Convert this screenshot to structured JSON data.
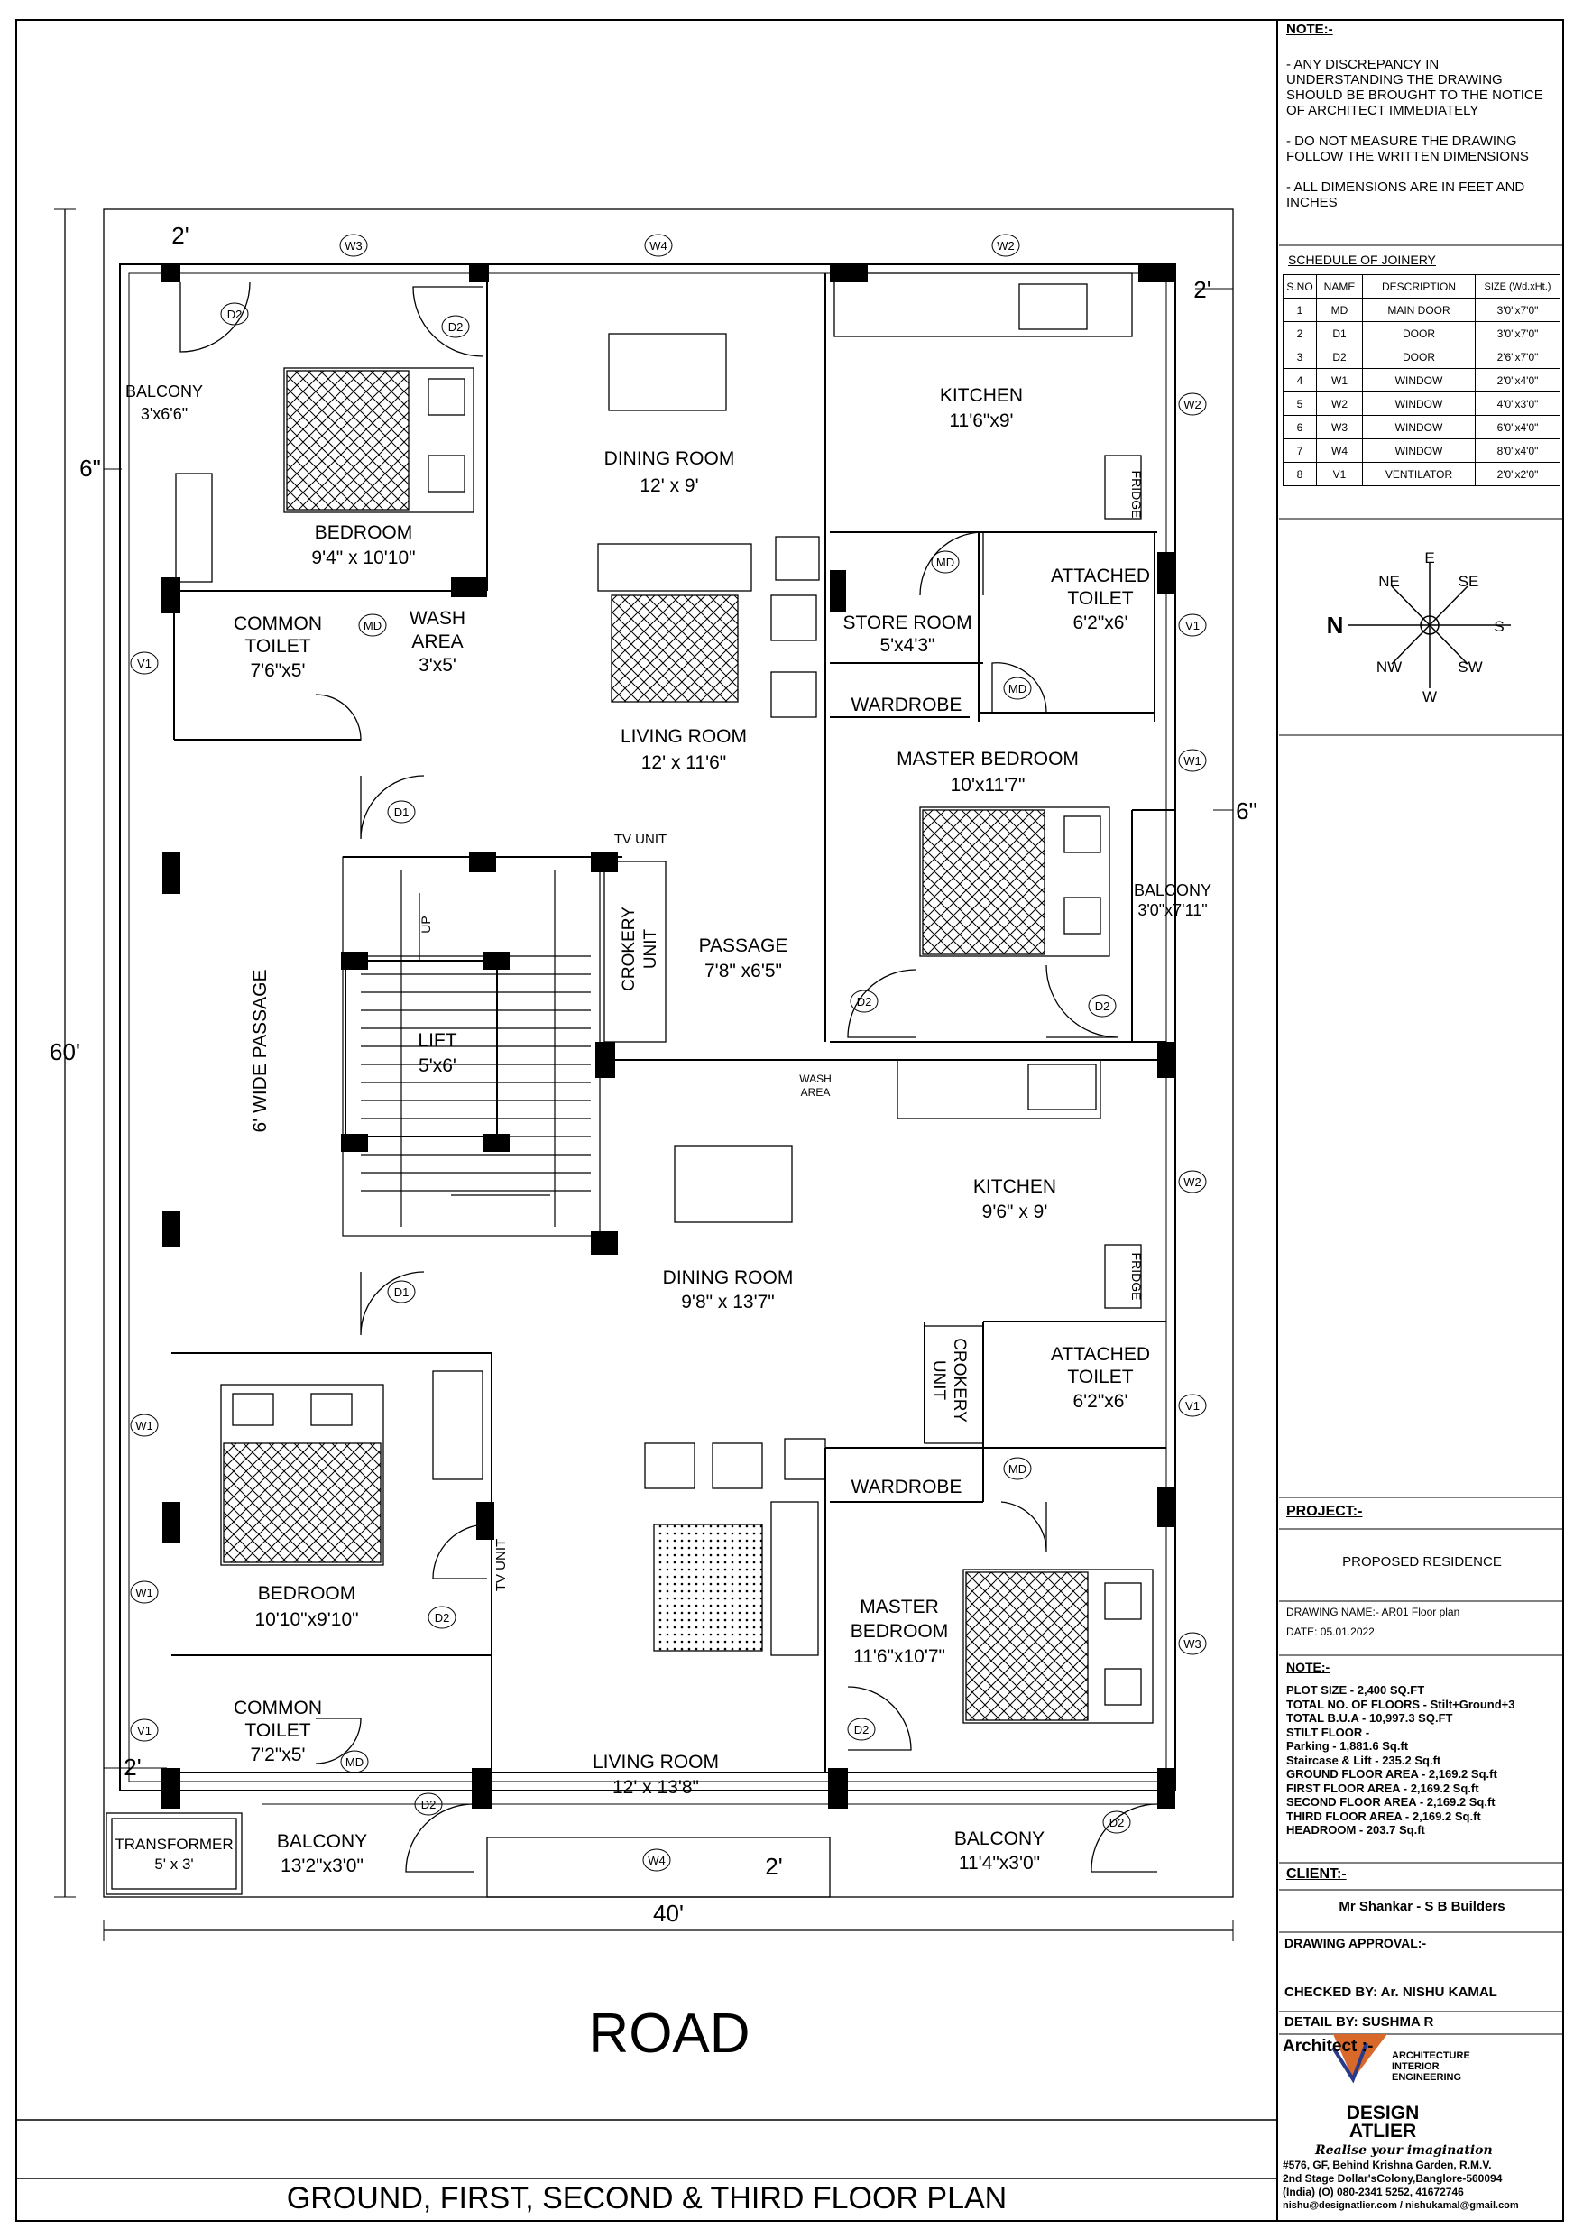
{
  "notes": {
    "title": "NOTE:-",
    "items": [
      "- ANY DISCREPANCY IN UNDERSTANDING THE DRAWING SHOULD BE BROUGHT TO THE NOTICE OF ARCHITECT IMMEDIATELY",
      "- DO NOT MEASURE THE DRAWING FOLLOW THE WRITTEN DIMENSIONS",
      "- ALL DIMENSIONS ARE IN FEET AND INCHES"
    ]
  },
  "schedule": {
    "title": "SCHEDULE OF JOINERY",
    "headers": [
      "S.NO",
      "NAME",
      "DESCRIPTION",
      "SIZE (Wd.xHt.)"
    ],
    "rows": [
      [
        "1",
        "MD",
        "MAIN DOOR",
        "3'0\"x7'0\""
      ],
      [
        "2",
        "D1",
        "DOOR",
        "3'0\"x7'0\""
      ],
      [
        "3",
        "D2",
        "DOOR",
        "2'6\"x7'0\""
      ],
      [
        "4",
        "W1",
        "WINDOW",
        "2'0\"x4'0\""
      ],
      [
        "5",
        "W2",
        "WINDOW",
        "4'0\"x3'0\""
      ],
      [
        "6",
        "W3",
        "WINDOW",
        "6'0\"x4'0\""
      ],
      [
        "7",
        "W4",
        "WINDOW",
        "8'0\"x4'0\""
      ],
      [
        "8",
        "V1",
        "VENTILATOR",
        "2'0\"x2'0\""
      ]
    ]
  },
  "compass": {
    "n": "N",
    "e": "E",
    "s": "S",
    "w": "W",
    "ne": "NE",
    "se": "SE",
    "sw": "SW",
    "nw": "NW"
  },
  "project": {
    "title": "PROJECT:-",
    "name": "PROPOSED RESIDENCE"
  },
  "drawing": {
    "name": "DRAWING NAME:- AR01 Floor plan",
    "date": "DATE: 05.01.2022"
  },
  "plot_notes": {
    "title": "NOTE:-",
    "lines": [
      "PLOT SIZE - 2,400 SQ.FT",
      "TOTAL NO. OF FLOORS - Stilt+Ground+3",
      "TOTAL B.U.A - 10,997.3 SQ.FT",
      "STILT FLOOR -",
      "Parking - 1,881.6 Sq.ft",
      "Staircase & Lift - 235.2 Sq.ft",
      "GROUND FLOOR AREA - 2,169.2 Sq.ft",
      "FIRST FLOOR AREA - 2,169.2 Sq.ft",
      "SECOND FLOOR AREA - 2,169.2 Sq.ft",
      "THIRD FLOOR AREA - 2,169.2 Sq.ft",
      "HEADROOM - 203.7 Sq.ft"
    ]
  },
  "client": {
    "title": "CLIENT:-",
    "name": "Mr Shankar -  S B Builders"
  },
  "approval": {
    "title": "DRAWING APPROVAL:-"
  },
  "checked": "CHECKED BY:  Ar. NISHU KAMAL",
  "detail": "DETAIL BY:   SUSHMA R",
  "architect": {
    "title": "Architect :-",
    "services": [
      "ARCHITECTURE",
      "INTERIOR",
      "ENGINEERING"
    ],
    "firm": [
      "DESIGN",
      "ATLIER"
    ],
    "tagline": "Realise your imagination",
    "address": [
      "#576, GF, Behind Krishna Garden, R.M.V.",
      "2nd Stage Dollar'sColony,Banglore-560094",
      "(India) (O) 080-2341 5252, 41672746",
      "nishu@designatlier.com  / nishukamal@gmail.com"
    ]
  },
  "plan": {
    "road": "ROAD",
    "title": "GROUND, FIRST, SECOND & THIRD FLOOR PLAN",
    "dims": {
      "width": "40'",
      "height": "60'",
      "top_left": "2'",
      "top_right": "2'",
      "left_6": "6\"",
      "right_6": "6\"",
      "bottom_left": "2'",
      "bottom_mid": "2'"
    },
    "rooms": [
      {
        "name": "BALCONY",
        "size": "3'x6'6\""
      },
      {
        "name": "BEDROOM",
        "size": "9'4\" x 10'10\""
      },
      {
        "name": "DINING ROOM",
        "size": "12' x 9'"
      },
      {
        "name": "KITCHEN",
        "size": "11'6\"x9'"
      },
      {
        "name": "COMMON",
        "name2": "TOILET",
        "size": "7'6\"x5'"
      },
      {
        "name": "WASH",
        "name2": "AREA",
        "size": "3'x5'"
      },
      {
        "name": "LIVING ROOM",
        "size": "12' x 11'6\""
      },
      {
        "name": "STORE ROOM",
        "size": "5'x4'3\""
      },
      {
        "name": "ATTACHED",
        "name2": "TOILET",
        "size": "6'2\"x6'"
      },
      {
        "name": "WARDROBE",
        "size": ""
      },
      {
        "name": "MASTER BEDROOM",
        "size": "10'x11'7\""
      },
      {
        "name": "BALCONY",
        "size": "3'0\"x7'11\""
      },
      {
        "name": "PASSAGE",
        "size": "7'8\" x6'5\""
      },
      {
        "name": "LIFT",
        "size": "5'x6'"
      },
      {
        "name": "6' WIDE PASSAGE",
        "size": ""
      },
      {
        "name": "KITCHEN",
        "size": "9'6\" x 9'"
      },
      {
        "name": "DINING ROOM",
        "size": "9'8\" x 13'7\""
      },
      {
        "name": "ATTACHED",
        "name2": "TOILET",
        "size": "6'2\"x6'"
      },
      {
        "name": "WARDROBE",
        "size": ""
      },
      {
        "name": "BEDROOM",
        "size": "10'10\"x9'10\""
      },
      {
        "name": "MASTER",
        "name2": "BEDROOM",
        "size": "11'6\"x10'7\""
      },
      {
        "name": "COMMON",
        "name2": "TOILET",
        "size": "7'2\"x5'"
      },
      {
        "name": "LIVING ROOM",
        "size": "12' x 13'8\""
      },
      {
        "name": "TRANSFORMER",
        "size": "5' x 3'"
      },
      {
        "name": "BALCONY",
        "size": "13'2\"x3'0\""
      },
      {
        "name": "BALCONY",
        "size": "11'4\"x3'0\""
      }
    ],
    "labels": {
      "fridge": "FRIDGE",
      "tv_unit": "TV UNIT",
      "crokery": "CROKERY",
      "unit": "UNIT",
      "up": "UP",
      "wash": "WASH",
      "area": "AREA"
    },
    "tags": [
      "D1",
      "D2",
      "MD",
      "W1",
      "W2",
      "W3",
      "W4",
      "V1"
    ]
  }
}
